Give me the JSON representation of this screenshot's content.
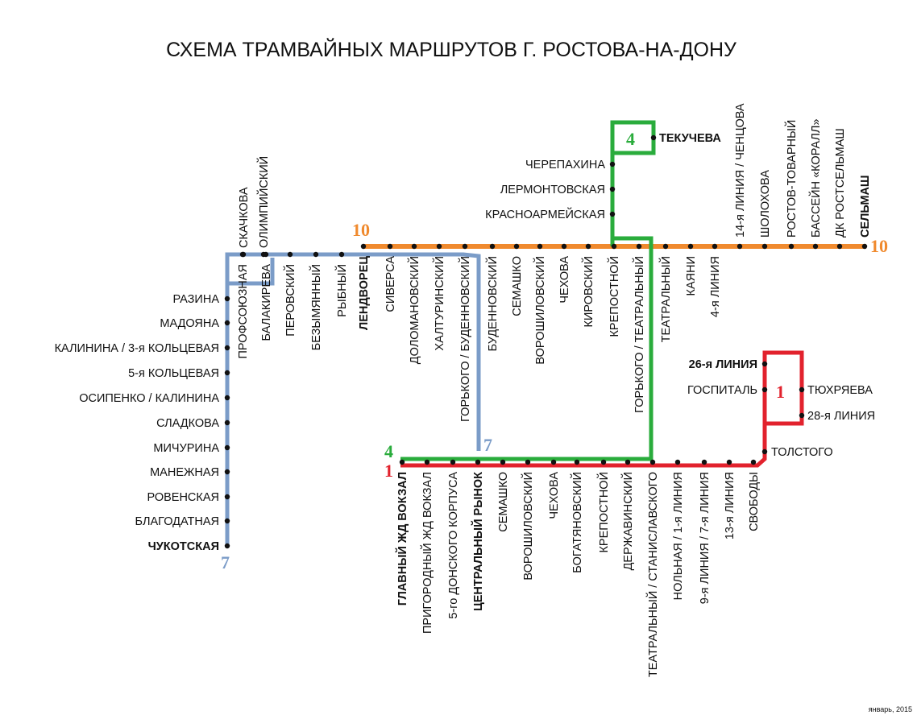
{
  "title": "СХЕМА ТРАМВАЙНЫХ МАРШРУТОВ Г. РОСТОВА-НА-ДОНУ",
  "footnote": "январь, 2015",
  "colors": {
    "route_1": "#e2222d",
    "route_4": "#2aac3c",
    "route_7": "#7b9cc8",
    "route_10": "#f08a2e",
    "station_dot": "#111111"
  },
  "route_labels": {
    "r10_west": "10",
    "r10_east": "10",
    "r4_top": "4",
    "r4_bottom": "4",
    "r1_bottom": "1",
    "r1_loop": "1",
    "r7_bottom": "7",
    "r7_end": "7"
  },
  "stations": {
    "route7_west": [
      {
        "name": "РАЗИНА",
        "bold": false
      },
      {
        "name": "МАДОЯНА",
        "bold": false
      },
      {
        "name": "КАЛИНИНА / 3-я КОЛЬЦЕВАЯ",
        "bold": false
      },
      {
        "name": "5-я КОЛЬЦЕВАЯ",
        "bold": false
      },
      {
        "name": "ОСИПЕНКО / КАЛИНИНА",
        "bold": false
      },
      {
        "name": "СЛАДКОВА",
        "bold": false
      },
      {
        "name": "МИЧУРИНА",
        "bold": false
      },
      {
        "name": "МАНЕЖНАЯ",
        "bold": false
      },
      {
        "name": "РОВЕНСКАЯ",
        "bold": false
      },
      {
        "name": "БЛАГОДАТНАЯ",
        "bold": false
      },
      {
        "name": "ЧУКОТСКАЯ",
        "bold": true
      }
    ],
    "route7_top_up": [
      {
        "name": "СКАЧКОВА",
        "bold": false
      },
      {
        "name": "ОЛИМПИЙСКИЙ",
        "bold": false
      }
    ],
    "route7_top_down": [
      {
        "name": "ПРОФСОЮЗНАЯ",
        "bold": false
      },
      {
        "name": "БАЛАКИРЕВА",
        "bold": false
      },
      {
        "name": "ПЕРОВСКИЙ",
        "bold": false
      },
      {
        "name": "БЕЗЫМЯННЫЙ",
        "bold": false
      },
      {
        "name": "РЫБНЫЙ",
        "bold": false
      }
    ],
    "route10_down": [
      {
        "name": "ЛЕНДВОРЕЦ",
        "bold": true
      },
      {
        "name": "СИВЕРСА",
        "bold": false
      },
      {
        "name": "ДОЛОМАНОВСКИЙ",
        "bold": false
      },
      {
        "name": "ХАЛТУРИНСКИЙ",
        "bold": false
      },
      {
        "name": "ГОРЬКОГО / БУДЕННОВСКИЙ",
        "bold": false
      },
      {
        "name": "БУДЕННОВСКИЙ",
        "bold": false
      },
      {
        "name": "СЕМАШКО",
        "bold": false
      },
      {
        "name": "ВОРОШИЛОВСКИЙ",
        "bold": false
      },
      {
        "name": "ЧЕХОВА",
        "bold": false
      },
      {
        "name": "КИРОВСКИЙ",
        "bold": false
      },
      {
        "name": "КРЕПОСТНОЙ",
        "bold": false
      },
      {
        "name": "ГОРЬКОГО / ТЕАТРАЛЬНЫЙ",
        "bold": false
      },
      {
        "name": "ТЕАТРАЛЬНЫЙ",
        "bold": false
      },
      {
        "name": "КАЯНИ",
        "bold": false
      },
      {
        "name": "4-я ЛИНИЯ",
        "bold": false
      }
    ],
    "route10_up": [
      {
        "name": "14-я ЛИНИЯ / ЧЕНЦОВА",
        "bold": false
      },
      {
        "name": "ШОЛОХОВА",
        "bold": false
      },
      {
        "name": "РОСТОВ-ТОВАРНЫЙ",
        "bold": false
      },
      {
        "name": "БАССЕЙН «КОРАЛЛ»",
        "bold": false
      },
      {
        "name": "ДК РОСТСЕЛЬМАШ",
        "bold": false
      },
      {
        "name": "СЕЛЬМАШ",
        "bold": true
      }
    ],
    "route4_north": [
      {
        "name": "ТЕКУЧЕВА",
        "bold": true
      },
      {
        "name": "ЧЕРЕПАХИНА",
        "bold": false
      },
      {
        "name": "ЛЕРМОНТОВСКАЯ",
        "bold": false
      },
      {
        "name": "КРАСНОАРМЕЙСКАЯ",
        "bold": false
      }
    ],
    "route1_south": [
      {
        "name": "ГЛАВНЫЙ ЖД ВОКЗАЛ",
        "bold": true
      },
      {
        "name": "ПРИГОРОДНЫЙ ЖД ВОКЗАЛ",
        "bold": false
      },
      {
        "name": "5-го ДОНСКОГО КОРПУСА",
        "bold": false
      },
      {
        "name": "ЦЕНТРАЛЬНЫЙ РЫНОК",
        "bold": true
      },
      {
        "name": "СЕМАШКО",
        "bold": false
      },
      {
        "name": "ВОРОШИЛОВСКИЙ",
        "bold": false
      },
      {
        "name": "ЧЕХОВА",
        "bold": false
      },
      {
        "name": "БОГАТЯНОВСКИЙ",
        "bold": false
      },
      {
        "name": "КРЕПОСТНОЙ",
        "bold": false
      },
      {
        "name": "ДЕРЖАВИНСКИЙ",
        "bold": false
      },
      {
        "name": "ТЕАТРАЛЬНЫЙ / СТАНИСЛАВСКОГО",
        "bold": false
      },
      {
        "name": "НОЛЬНАЯ / 1-я ЛИНИЯ",
        "bold": false
      },
      {
        "name": "9-я ЛИНИЯ / 7-я ЛИНИЯ",
        "bold": false
      },
      {
        "name": "13-я ЛИНИЯ",
        "bold": false
      },
      {
        "name": "СВОБОДЫ",
        "bold": false
      }
    ],
    "route1_loop": [
      {
        "name": "26-я ЛИНИЯ",
        "bold": true
      },
      {
        "name": "ГОСПИТАЛЬ",
        "bold": false
      },
      {
        "name": "ТЮХРЯЕВА",
        "bold": false
      },
      {
        "name": "28-я ЛИНИЯ",
        "bold": false
      },
      {
        "name": "ТОЛСТОГО",
        "bold": false
      }
    ]
  }
}
